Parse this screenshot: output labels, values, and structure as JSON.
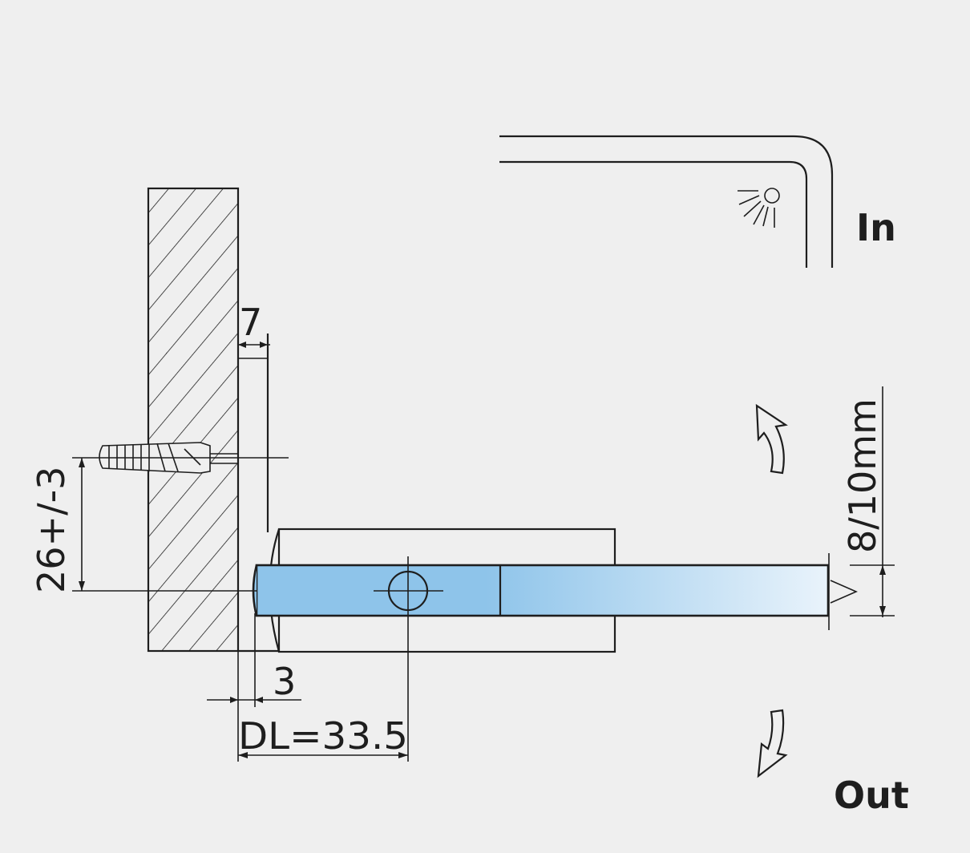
{
  "dimensions": {
    "gap": "7",
    "offset": "3",
    "dl": "DL=33.5",
    "height": "26+/-3",
    "glass": "8/10mm"
  },
  "labels": {
    "inside": "In",
    "outside": "Out"
  },
  "colors": {
    "background": "#efefef",
    "line": "#1e1e1e",
    "glass_blue": "#8ec4ea",
    "glass_fade": "#e9f3fb"
  },
  "icons": [
    "shower-icon",
    "arrow-up-icon",
    "arrow-down-icon"
  ]
}
